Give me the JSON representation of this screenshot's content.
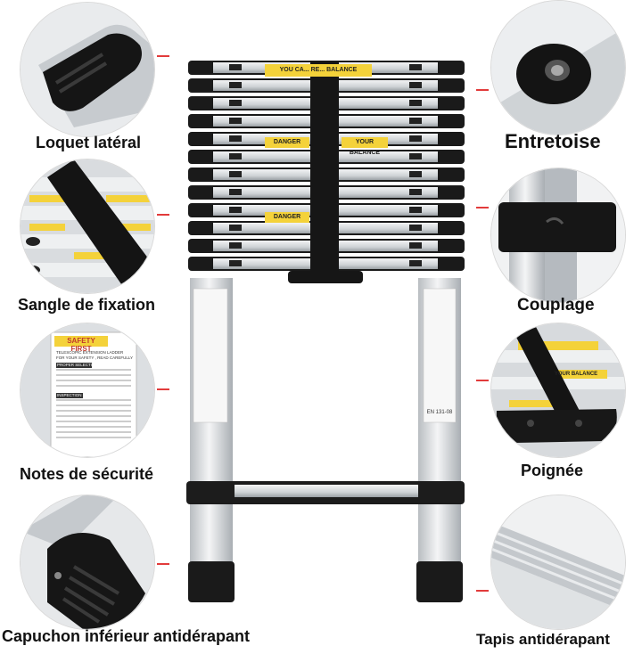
{
  "labels": {
    "loquet": "Loquet latéral",
    "entretoise": "Entretoise",
    "sangle": "Sangle de fixation",
    "couplage": "Couplage",
    "notes": "Notes de sécurité",
    "poignee": "Poignée",
    "capuchon": "Capuchon inférieur antidérapant",
    "tapis": "Tapis antidérapant"
  },
  "ladder": {
    "label_main": "YOU CA... RE... BALANCE",
    "danger": "DANGER",
    "balance": "YOUR BALANCE"
  },
  "safety": {
    "title": "SAFETY FIRST",
    "line1": "TELESCOPIC EXTENSION LADDER",
    "line2": "FOR YOUR SAFETY , READ CAREFULLY",
    "section1": "PROPER SELECTION",
    "section2": "INSPECTION",
    "norm": "EN 131-08"
  },
  "colors": {
    "warning_yellow": "#f4d23a",
    "label_red": "#e23b3b",
    "aluminium": "#d9dcdf",
    "rubber_black": "#1a1a1a"
  }
}
